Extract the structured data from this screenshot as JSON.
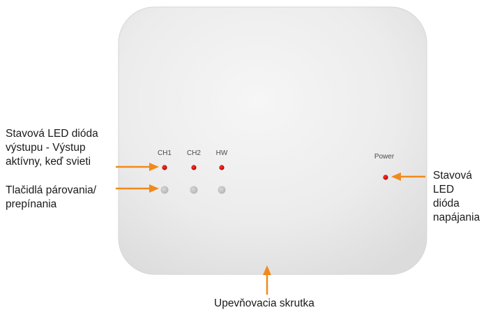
{
  "device": {
    "led_labels": [
      "CH1",
      "CH2",
      "HW"
    ],
    "power_label": "Power"
  },
  "callouts": {
    "status_led": [
      "Stavová LED dióda",
      "výstupu - Výstup",
      "aktívny, keď svieti"
    ],
    "buttons": [
      "Tlačidlá párovania/",
      "prepínania"
    ],
    "power_led": [
      "Stavová",
      "LED",
      "dióda",
      "napájania"
    ],
    "screw": "Upevňovacia skrutka"
  },
  "colors": {
    "arrow": "#f08a1c",
    "led_red": "#d40a0a",
    "button_grey": "#c4c4c4",
    "device_body": "#eeeeee"
  }
}
